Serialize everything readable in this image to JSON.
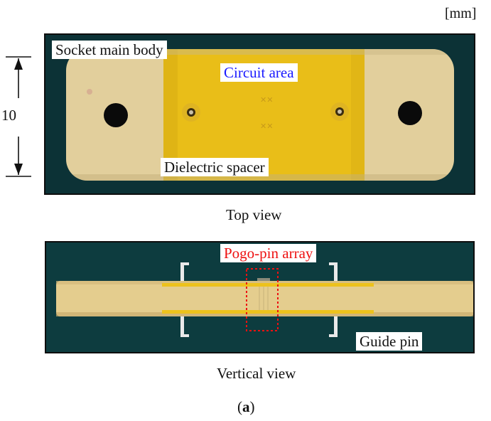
{
  "unit_label": "[mm]",
  "dimension": {
    "value": "10"
  },
  "top_view": {
    "caption": "Top view",
    "labels": {
      "socket_main_body": "Socket main body",
      "circuit_area": "Circuit area",
      "dielectric_spacer": "Dielectric spacer"
    },
    "colors": {
      "background": "#0c3236",
      "body": "#e2cf9c",
      "circuit": "#e9be18",
      "circuit_label": "#1a1aff"
    }
  },
  "vertical_view": {
    "caption": "Vertical view",
    "labels": {
      "pogo_pin_array": "Pogo-pin array",
      "guide_pin": "Guide pin"
    },
    "colors": {
      "background": "#0d3c3f",
      "body": "#e4cd8e",
      "stripe": "#edc21c",
      "highlight": "#ee1111"
    }
  },
  "figure_label": "(a)"
}
